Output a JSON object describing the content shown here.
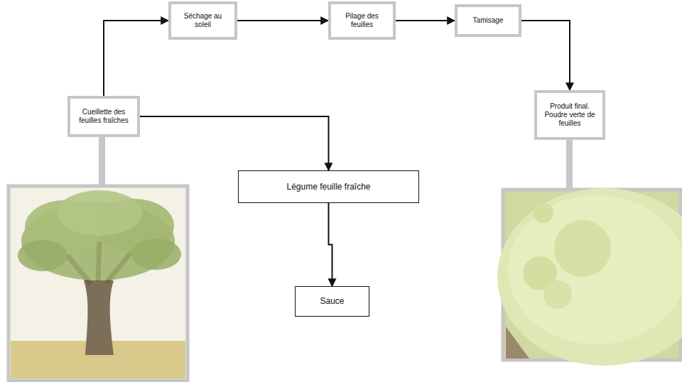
{
  "diagram": {
    "nodes": [
      {
        "text": [
          "Cueillette des feuilles fraîches"
        ]
      },
      {
        "text": [
          "Séchage au soleil"
        ]
      },
      {
        "text": [
          "Pilage des feuilles"
        ]
      },
      {
        "text": [
          "Tamisage"
        ]
      },
      {
        "text": [
          "Produit final. Poudre verte de feuilles"
        ]
      },
      {
        "text": [
          "Légume feuille fraîche"
        ]
      },
      {
        "text": [
          "Sauce"
        ]
      }
    ],
    "edges": [
      {
        "from": 0,
        "to": 1,
        "arrow": "to"
      },
      {
        "from": 1,
        "to": 2,
        "arrow": "to"
      },
      {
        "from": 2,
        "to": 3,
        "arrow": "to"
      },
      {
        "from": 3,
        "to": 4,
        "arrow": "to"
      },
      {
        "from": 0,
        "to": 5,
        "arrow": "to"
      },
      {
        "from": 5,
        "to": 6,
        "arrow": "to"
      }
    ]
  }
}
